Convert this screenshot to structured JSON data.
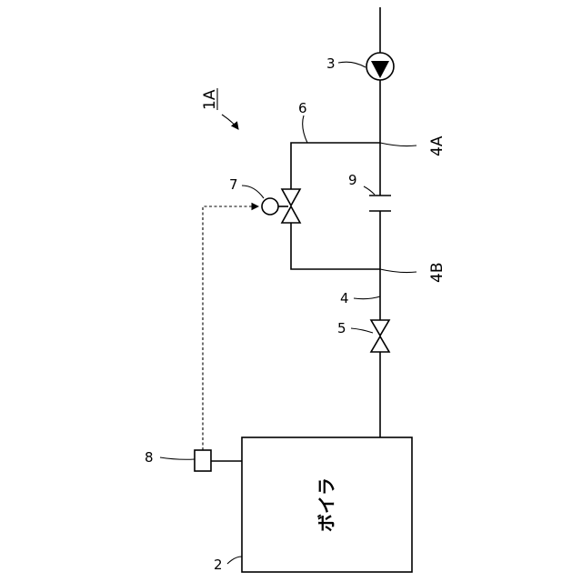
{
  "labels": {
    "system": "1A",
    "boiler_ref": "2",
    "pump_ref": "3",
    "pipe_ref": "4",
    "junction_a": "4A",
    "junction_b": "4B",
    "valve_ref": "5",
    "bypass_ref": "6",
    "control_valve_ref": "7",
    "sensor_ref": "8",
    "orifice_ref": "9"
  },
  "boiler": {
    "name": "ボイラ"
  }
}
